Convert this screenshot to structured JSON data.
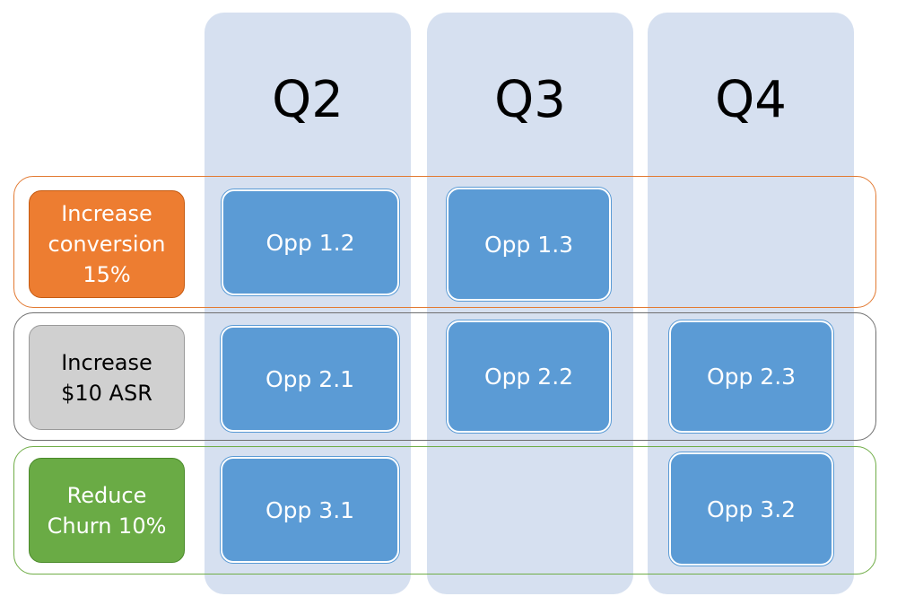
{
  "quarters": [
    "Q2",
    "Q3",
    "Q4"
  ],
  "goals": [
    {
      "label": "Increase\nconversion\n15%",
      "color": "#ed7d31",
      "border": "#c55a11",
      "frame": "#e27a32",
      "text_color": "#ffffff"
    },
    {
      "label": "Increase\n$10 ASR",
      "color": "#d0d0d0",
      "border": "#9a9a9a",
      "frame": "#6f6f6f",
      "text_color": "#000000"
    },
    {
      "label": "Reduce\nChurn 10%",
      "color": "#6aab45",
      "border": "#4a8a2a",
      "frame": "#70ad47",
      "text_color": "#ffffff"
    }
  ],
  "opportunities": {
    "opp_1_2": "Opp 1.2",
    "opp_1_3": "Opp 1.3",
    "opp_2_1": "Opp 2.1",
    "opp_2_2": "Opp 2.2",
    "opp_2_3": "Opp 2.3",
    "opp_3_1": "Opp 3.1",
    "opp_3_2": "Opp 3.2"
  },
  "colors": {
    "quarter_column": "#d6e0f0",
    "opportunity": "#5b9bd5"
  }
}
